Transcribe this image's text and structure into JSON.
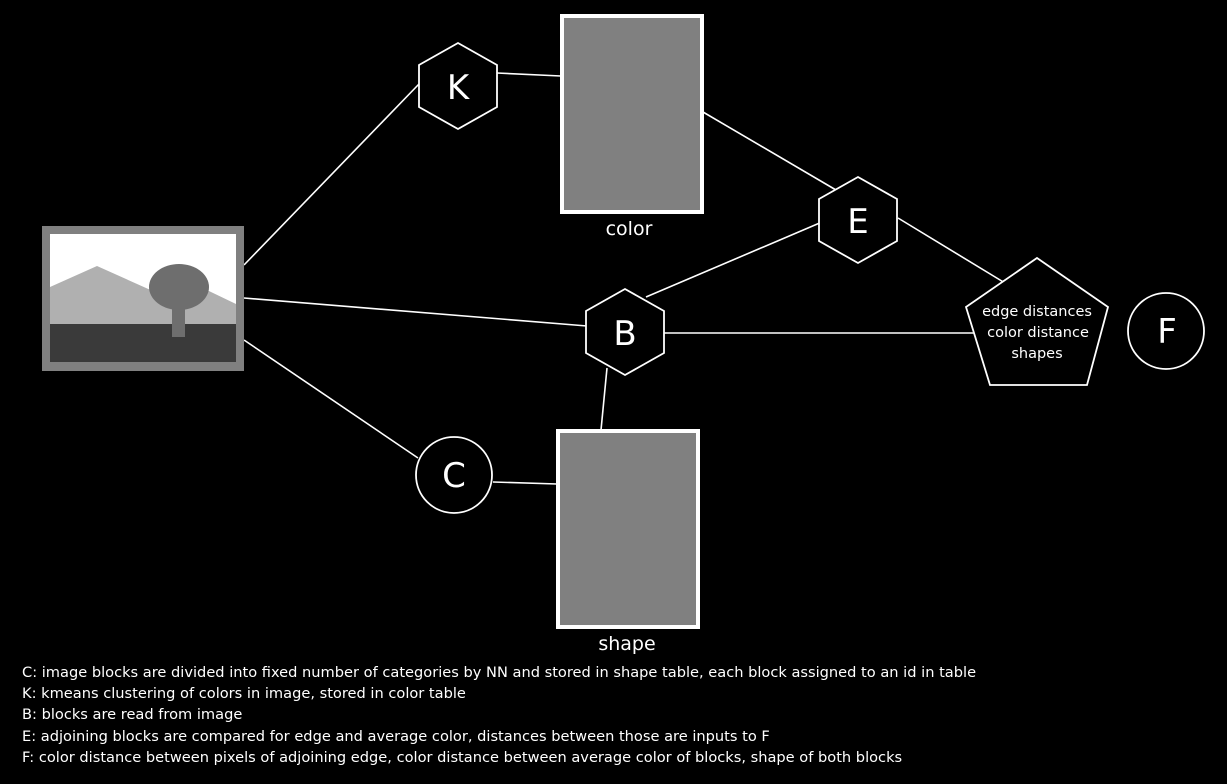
{
  "nodes": {
    "k": {
      "label": "K"
    },
    "b": {
      "label": "B"
    },
    "e": {
      "label": "E"
    },
    "c": {
      "label": "C"
    },
    "f": {
      "label": "F"
    }
  },
  "tables": {
    "color": {
      "label": "color"
    },
    "shape": {
      "label": "shape"
    }
  },
  "pentagon": {
    "lines": [
      "edge distances",
      "color distance",
      "shapes"
    ]
  },
  "legend": [
    "C: image blocks are divided into fixed number of categories by NN and stored in shape table, each block assigned to an id in table",
    "K: kmeans clustering of colors in image, stored in color table",
    "B: blocks are read from image",
    "E: adjoining blocks are compared for edge and average color, distances between those are inputs to F",
    "F: color distance between pixels of adjoining edge, color distance between average color of blocks, shape of both blocks"
  ],
  "colors": {
    "background": "#000000",
    "stroke": "#ffffff",
    "table_fill": "#808080",
    "image_frame": "#808080",
    "image_sky": "#ffffff",
    "image_mountain": "#b0b0b0",
    "image_ground": "#3a3a3a",
    "image_tree": "#6e6e6e"
  },
  "icons": {
    "image": "landscape-image-icon"
  }
}
